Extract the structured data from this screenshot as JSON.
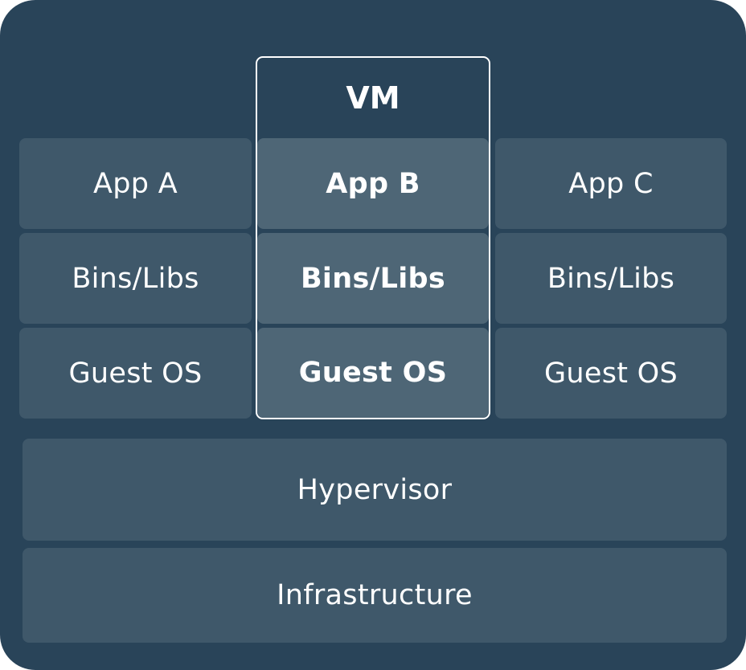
{
  "vm": {
    "label": "VM"
  },
  "columns": [
    {
      "app": "App A",
      "bins": "Bins/Libs",
      "os": "Guest OS"
    },
    {
      "app": "App B",
      "bins": "Bins/Libs",
      "os": "Guest OS"
    },
    {
      "app": "App C",
      "bins": "Bins/Libs",
      "os": "Guest OS"
    }
  ],
  "hypervisor": {
    "label": "Hypervisor"
  },
  "infrastructure": {
    "label": "Infrastructure"
  },
  "colors": {
    "background": "#294459",
    "block": "#3f586a",
    "highlight_block": "#4e6676",
    "outline": "#ffffff",
    "text": "#ffffff"
  }
}
